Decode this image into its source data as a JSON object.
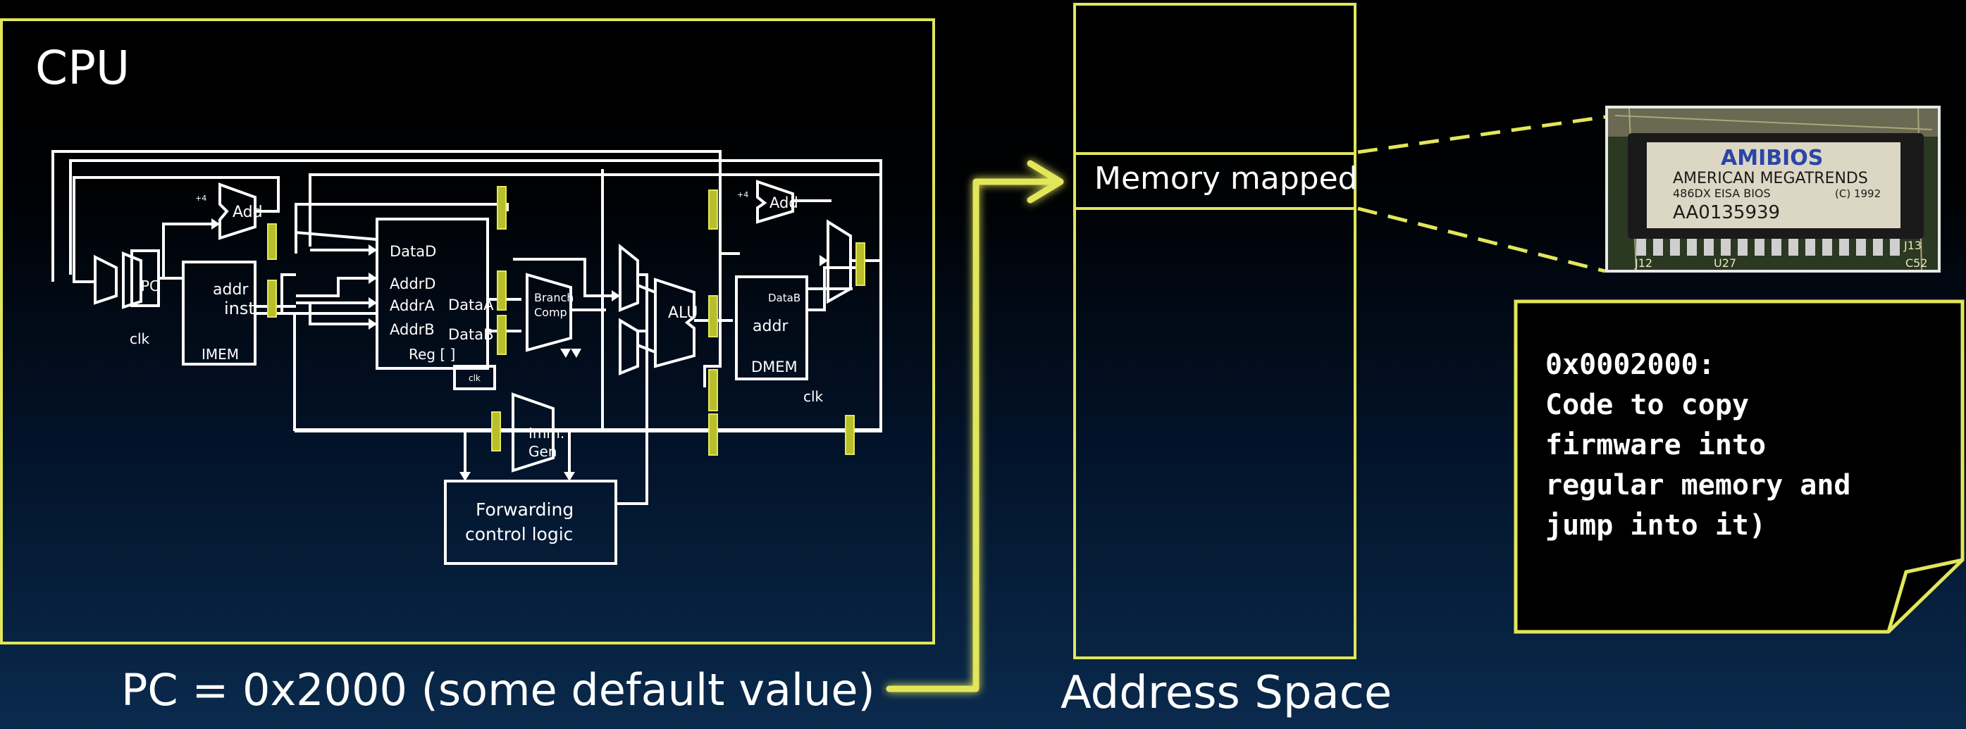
{
  "cpu": {
    "title": "CPU",
    "blocks": {
      "add_top": "Add",
      "add_right": "Add",
      "plus4": "+4",
      "pc": "PC",
      "clk1": "clk",
      "imem_addr": "addr",
      "imem_inst": "inst",
      "imem": "IMEM",
      "datad": "DataD",
      "addrd": "AddrD",
      "addra": "AddrA",
      "addrb": "AddrB",
      "dataa": "DataA",
      "datab_reg": "DataB",
      "reg": "Reg [ ]",
      "clk2": "clk",
      "branch1": "Branch",
      "branch2": "Comp",
      "alu": "ALU",
      "dmem_datab": "DataB",
      "dmem_addr": "addr",
      "dmem": "DMEM",
      "clk3": "clk",
      "imm1": "Imm.",
      "imm2": "Gen",
      "fwd1": "Forwarding",
      "fwd2": "control logic"
    }
  },
  "pc_label": "PC = 0x2000 (some default value)",
  "address_space": {
    "label": "Address Space",
    "region_label": "Memory mapped"
  },
  "bios_chip": {
    "line1": "AMIBIOS",
    "line2": "AMERICAN MEGATRENDS",
    "line3": "486DX EISA BIOS",
    "line4": "(C) 1992",
    "line5": "AA0135939",
    "pin_labels": [
      "J12",
      "U27",
      "J13",
      "C52"
    ]
  },
  "note": {
    "text": "0x0002000:\nCode to copy\nfirmware into\nregular memory and\njump into it)"
  },
  "colors": {
    "accent": "#e2e65a",
    "background_top": "#000000",
    "background_bottom": "#0a2a4d",
    "diagram_lines": "#ffffff"
  }
}
